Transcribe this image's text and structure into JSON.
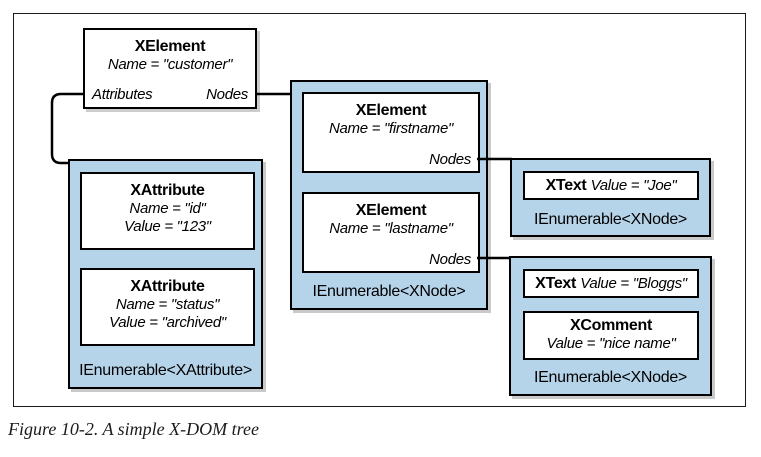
{
  "figure": {
    "caption": "Figure 10-2. A simple X-DOM tree"
  },
  "root_element": {
    "title": "XElement",
    "name": "Name = \"customer\"",
    "attributes_label": "Attributes",
    "nodes_label": "Nodes"
  },
  "attributes_collection": {
    "items": [
      {
        "title": "XAttribute",
        "line1": "Name = \"id\"",
        "line2": "Value = \"123\""
      },
      {
        "title": "XAttribute",
        "line1": "Name = \"status\"",
        "line2": "Value = \"archived\""
      }
    ],
    "label": "IEnumerable<XAttribute>"
  },
  "child_nodes_collection": {
    "items": [
      {
        "title": "XElement",
        "name": "Name = \"firstname\"",
        "nodes_label": "Nodes"
      },
      {
        "title": "XElement",
        "name": "Name = \"lastname\"",
        "nodes_label": "Nodes"
      }
    ],
    "label": "IEnumerable<XNode>"
  },
  "firstname_nodes_collection": {
    "items": [
      {
        "title": "XText",
        "value": "Value = \"Joe\""
      }
    ],
    "label": "IEnumerable<XNode>"
  },
  "lastname_nodes_collection": {
    "items": [
      {
        "title": "XText",
        "value": "Value = \"Bloggs\""
      },
      {
        "title": "XComment",
        "value": "Value = \"nice name\""
      }
    ],
    "label": "IEnumerable<XNode>"
  },
  "colors": {
    "collection_fill": "#b6d4e9",
    "border": "#000000",
    "shadow": "#c9c9c9"
  }
}
